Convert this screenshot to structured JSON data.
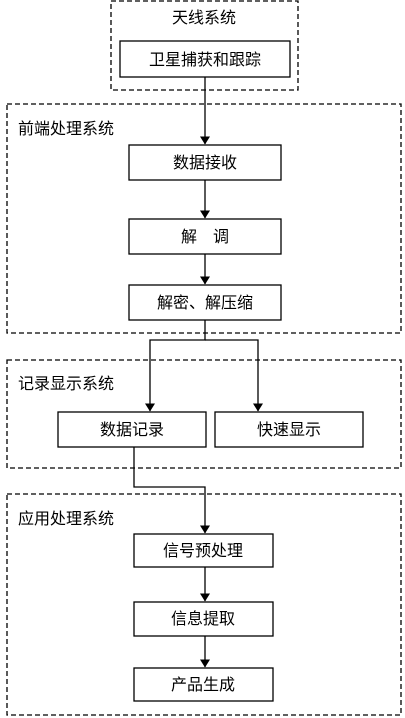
{
  "groups": {
    "antenna": {
      "label": "天线系统"
    },
    "frontend": {
      "label": "前端处理系统"
    },
    "record_display": {
      "label": "记录显示系统"
    },
    "application": {
      "label": "应用处理系统"
    }
  },
  "nodes": {
    "satellite_tracking": {
      "label": "卫星捕获和跟踪"
    },
    "data_receiving": {
      "label": "数据接收"
    },
    "demodulation": {
      "label": "解　调"
    },
    "decrypt_decompress": {
      "label": "解密、解压缩"
    },
    "data_recording": {
      "label": "数据记录"
    },
    "quick_display": {
      "label": "快速显示"
    },
    "signal_preprocessing": {
      "label": "信号预处理"
    },
    "information_extraction": {
      "label": "信息提取"
    },
    "product_generation": {
      "label": "产品生成"
    }
  }
}
